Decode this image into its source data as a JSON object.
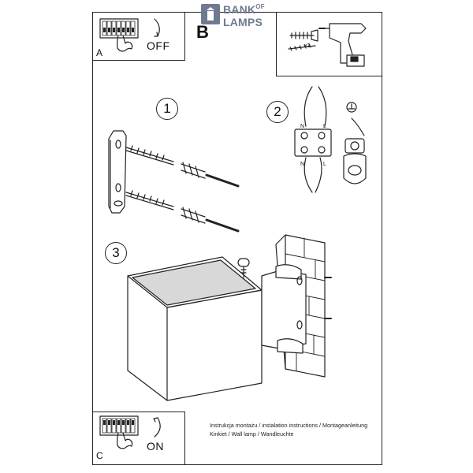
{
  "labels": {
    "panel_a_letter": "A",
    "panel_a_state": "OFF",
    "panel_b_letter": "B",
    "panel_c_letter": "C",
    "panel_c_state": "ON",
    "screw_count": "x2",
    "wire_n": "N",
    "wire_l": "L"
  },
  "steps": [
    "1",
    "2",
    "3"
  ],
  "logo": {
    "line1": "BANK",
    "superscript": "OF",
    "line2": "LAMPS",
    "color": "#6f7a90"
  },
  "caption": {
    "line1": "Instrukcja montażu / instalation instructions / Montageanleitung",
    "line2": "Kinkiet / Wall lamp / Wandleuchte"
  },
  "colors": {
    "line": "#222222",
    "shade": "#d8d8d8",
    "logo": "#6f7a90"
  }
}
